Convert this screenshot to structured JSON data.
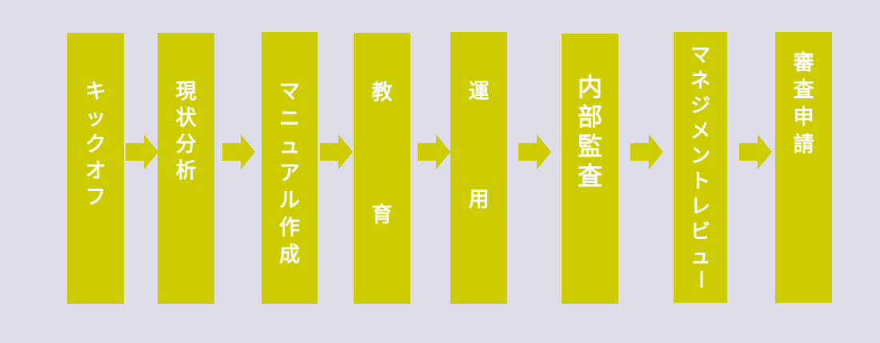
{
  "colors": {
    "background": "#dfdde9",
    "box": "#cccc00",
    "text": "#ffffff",
    "arrow": "#cccc00"
  },
  "flow": {
    "steps": [
      {
        "label": "キックオフ",
        "chars": [
          "キ",
          "ッ",
          "ク",
          "オ",
          "フ"
        ]
      },
      {
        "label": "現状分析",
        "chars": [
          "現",
          "状",
          "分",
          "析"
        ]
      },
      {
        "label": "マニュアル作成",
        "chars": [
          "マ",
          "ニ",
          "ュ",
          "ア",
          "ル",
          "作",
          "成"
        ]
      },
      {
        "label": "教育",
        "chars": [
          "教",
          "育"
        ]
      },
      {
        "label": "運用",
        "chars": [
          "運",
          "用"
        ]
      },
      {
        "label": "内部監査",
        "chars": [
          "内",
          "部",
          "監",
          "査"
        ]
      },
      {
        "label": "マネジメントレビュー",
        "chars": [
          "マ",
          "ネ",
          "ジ",
          "メ",
          "ン",
          "ト",
          "レ",
          "ビ",
          "ュ",
          "ー"
        ]
      },
      {
        "label": "審査申請",
        "chars": [
          "審",
          "査",
          "申",
          "請"
        ]
      }
    ],
    "arrow_icon": "right-arrow-icon"
  }
}
